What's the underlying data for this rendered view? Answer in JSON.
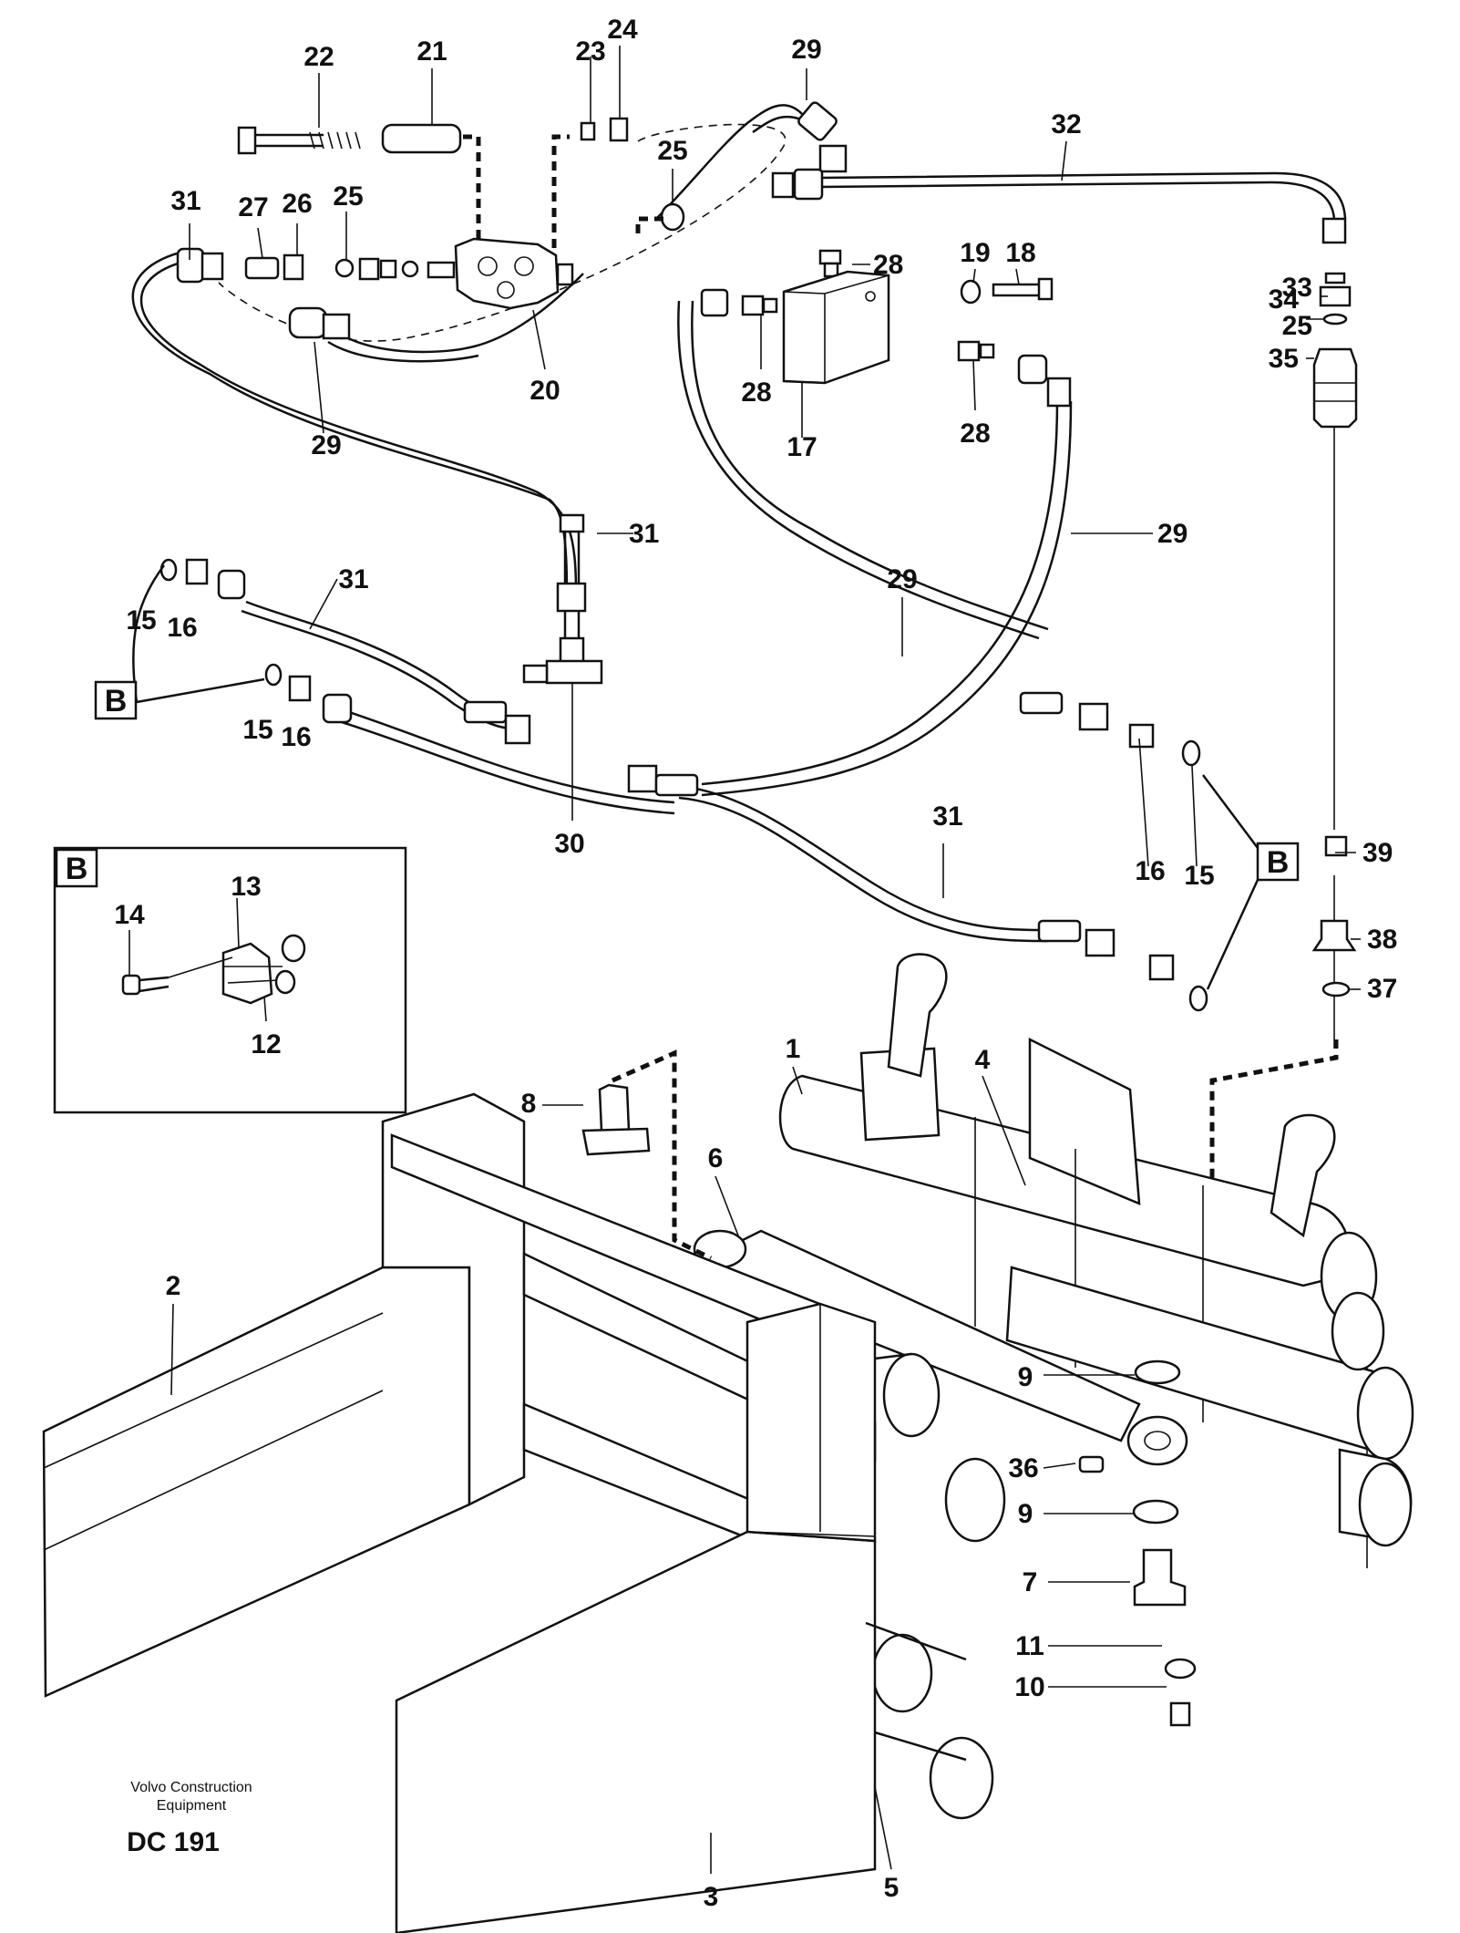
{
  "brand": {
    "line1": "Volvo Construction",
    "line2": "Equipment",
    "code": "DC 191"
  },
  "detail_box": {
    "letter": "B"
  },
  "callouts": {
    "c1": "1",
    "c2": "2",
    "c3": "3",
    "c4": "4",
    "c5": "5",
    "c6": "6",
    "c7": "7",
    "c8": "8",
    "c9a": "9",
    "c9b": "9",
    "c10": "10",
    "c11": "11",
    "c12": "12",
    "c13": "13",
    "c14": "14",
    "c15a": "15",
    "c15b": "15",
    "c15c": "15",
    "c16a": "16",
    "c16b": "16",
    "c16c": "16",
    "c17": "17",
    "c18": "18",
    "c19": "19",
    "c20": "20",
    "c21": "21",
    "c22": "22",
    "c23": "23",
    "c24": "24",
    "c25a": "25",
    "c25b": "25",
    "c25c": "25",
    "c26": "26",
    "c27": "27",
    "c28a": "28",
    "c28b": "28",
    "c28c": "28",
    "c29a": "29",
    "c29b": "29",
    "c29c": "29",
    "c29d": "29",
    "c30": "30",
    "c31a": "31",
    "c31b": "31",
    "c31c": "31",
    "c31d": "31",
    "c32": "32",
    "c33": "33",
    "c34": "34",
    "c35": "35",
    "c36": "36",
    "c37": "37",
    "c38": "38",
    "c39": "39",
    "bref1": "B",
    "bref2": "B"
  }
}
